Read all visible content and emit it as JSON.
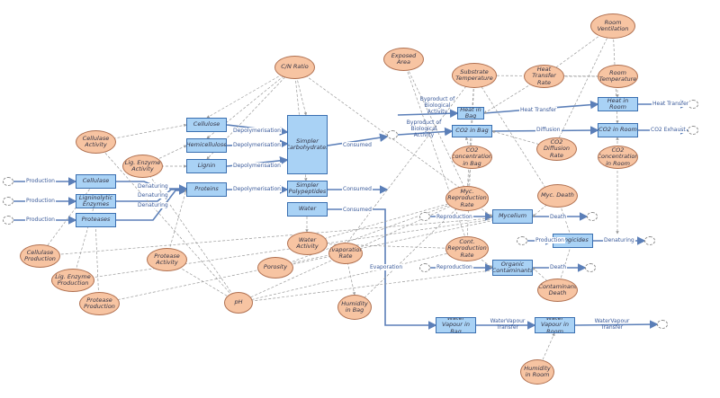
{
  "stocks": {
    "cellulose": "Cellulose",
    "hemicellulose": "Hemicellulose",
    "lignin": "Lignin",
    "proteins": "Proteins",
    "simpler_carbohydrates": "Simpler Carbohydrates",
    "simpler_polypeptides": "Simpler Polypeptides",
    "water": "Water",
    "cellulase": "Cellulase",
    "ligninolytic_enzymes": "Ligninolytic Enzymes",
    "proteases": "Proteases",
    "heat_in_bag": "Heat in Bag",
    "heat_in_room": "Heat in Room",
    "co2_in_bag": "CO2 in Bag",
    "co2_in_room": "CO2 in Room",
    "mycelium": "Mycelium",
    "fungicides": "Fungicides",
    "organic_contaminants": "Organic Contaminants",
    "water_vapour_in_bag": "Water Vapour in Bag",
    "water_vapour_in_room": "Water Vapour in Room"
  },
  "auxiliaries": {
    "cn_ratio": "C/N Ratio",
    "exposed_area": "Exposed Area",
    "substrate_temperature": "Substrate Temperature",
    "heat_transfer_rate": "Heat Transfer Rate",
    "room_ventilation": "Room Ventilation",
    "room_temperature": "Room Temperature",
    "co2_diffusion_rate": "CO2 Diffusion Rate",
    "co2_concentration_in_bag": "CO2 concentration in Bag",
    "co2_concentration_in_room": "CO2 Concentration in Room",
    "cellulase_activity": "Cellulase Activity",
    "lig_enzyme_activity": "Lig. Enzyme Activity",
    "myc_reproduction_rate": "Myc. Reproduction Rate",
    "myc_death": "Myc. Death",
    "cont_reproduction_rate": "Cont. Reproduction Rate",
    "contaminant_death": "Contaminant Death",
    "water_activity": "Water Activity",
    "evaporation_rate": "Evaporation Rate",
    "porosity": "Porosity",
    "ph": "pH",
    "humidity_in_bag": "Humidity in Bag",
    "humidity_in_room": "Humidity in Room",
    "cellulase_production": "Cellulase Production",
    "lig_enzyme_production": "Lig. Enzyme Production",
    "protease_activity": "Protease Activity",
    "protease_production": "Protease Production"
  },
  "flows": {
    "depolymerisation": "Depolymerisation",
    "production": "Production",
    "denaturing": "Denaturing",
    "consumed": "Consumed",
    "byproduct": "Byproduct of Biological Activity",
    "heat_transfer": "Heat Transfer",
    "diffusion": "Diffusion",
    "co2_exhaust": "CO2 Exhaust",
    "reproduction": "Reproduction",
    "death": "Death",
    "evaporation": "Evaporation",
    "water_vapour_transfer": "WaterVapour Transfer"
  },
  "colors": {
    "stock_fill": "#a9d2f5",
    "stock_border": "#3a6fb0",
    "aux_fill": "#f7c4a2",
    "aux_border": "#b07050",
    "flow_line": "#5b7fb8",
    "link_line": "#9a9a9a"
  }
}
